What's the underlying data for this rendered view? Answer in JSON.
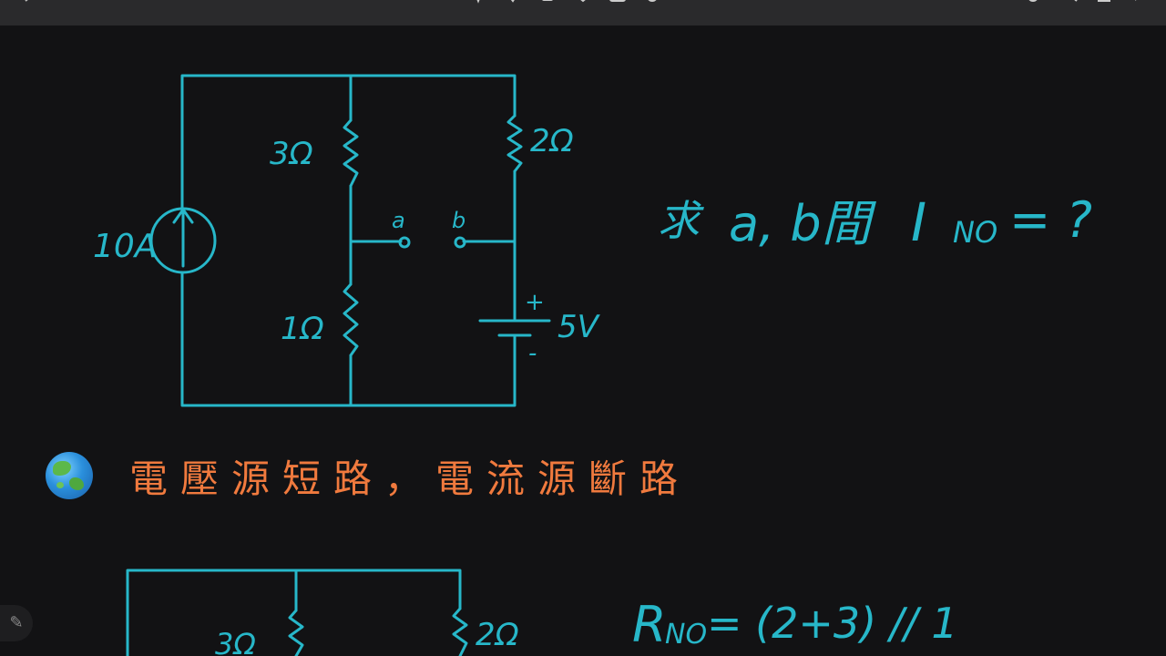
{
  "circuit1": {
    "label_current_source": "10A",
    "label_r_top_left": "3Ω",
    "label_r_top_right": "2Ω",
    "label_r_bottom_left": "1Ω",
    "label_node_a": "a",
    "label_node_b": "b",
    "label_plus": "+",
    "label_minus": "-",
    "label_voltage": "5V"
  },
  "question": {
    "prefix": "求",
    "nodes": "a, b間",
    "symbol": "I",
    "subscript": "NO",
    "suffix": "= ?"
  },
  "heading": {
    "icon": "globe-asia-australia-icon",
    "text": "電壓源短路，電流源斷路",
    "color": "#f07a3e"
  },
  "circuit2": {
    "label_r_left": "3Ω",
    "label_r_right": "2Ω"
  },
  "equation": {
    "symbol": "R",
    "subscript": "NO",
    "rhs": "= (2+3) // 1"
  },
  "colors": {
    "ink": "#27b7c9",
    "background": "#121214",
    "toolbar": "#2a2a2c"
  },
  "toolbar_icons": [
    "back-icon",
    "add-icon",
    "pen-icon",
    "highlighter-icon",
    "eraser-icon",
    "lasso-icon",
    "image-icon",
    "undo-icon",
    "redo-icon",
    "share-icon",
    "more-icon"
  ]
}
